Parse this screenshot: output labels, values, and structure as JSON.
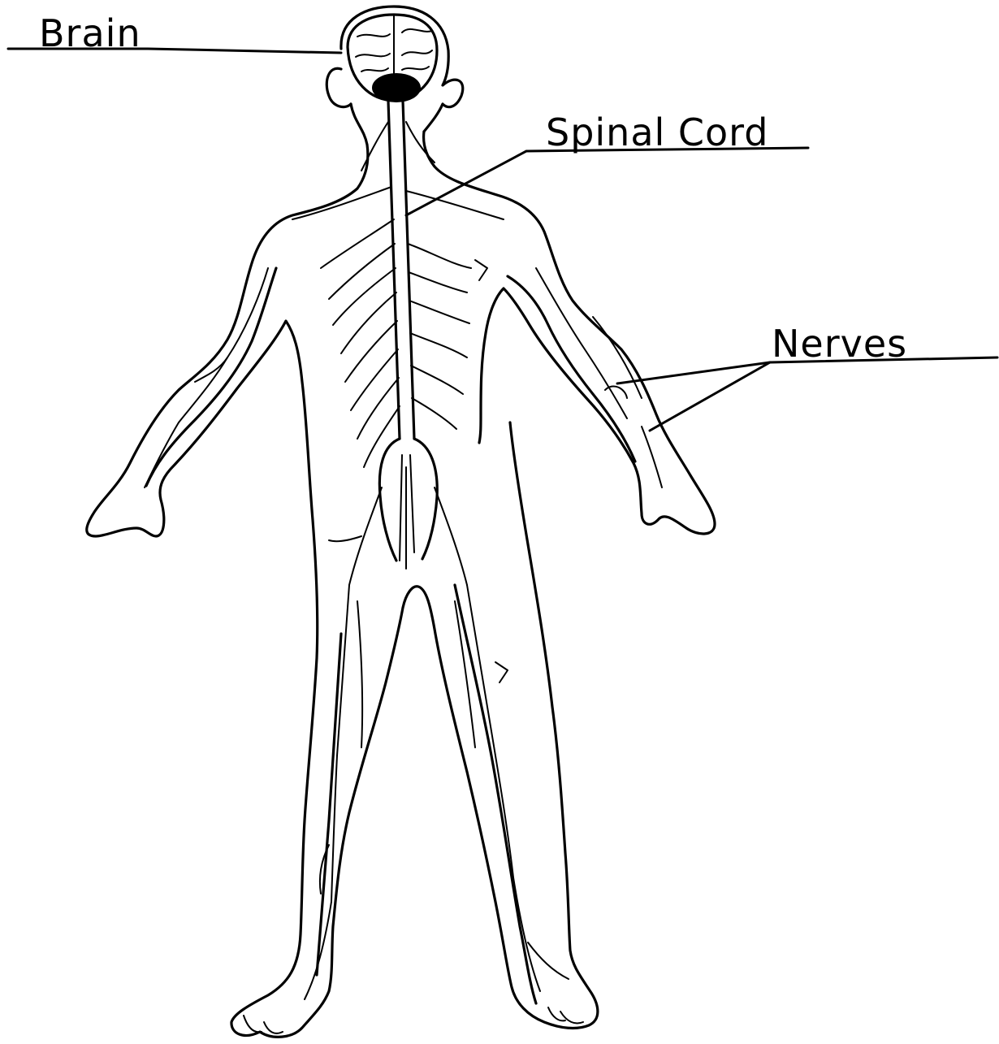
{
  "labels": {
    "brain": "Brain",
    "spinal_cord": "Spinal Cord",
    "nerves": "Nerves"
  },
  "colors": {
    "ink": "#000000",
    "background": "#ffffff"
  }
}
